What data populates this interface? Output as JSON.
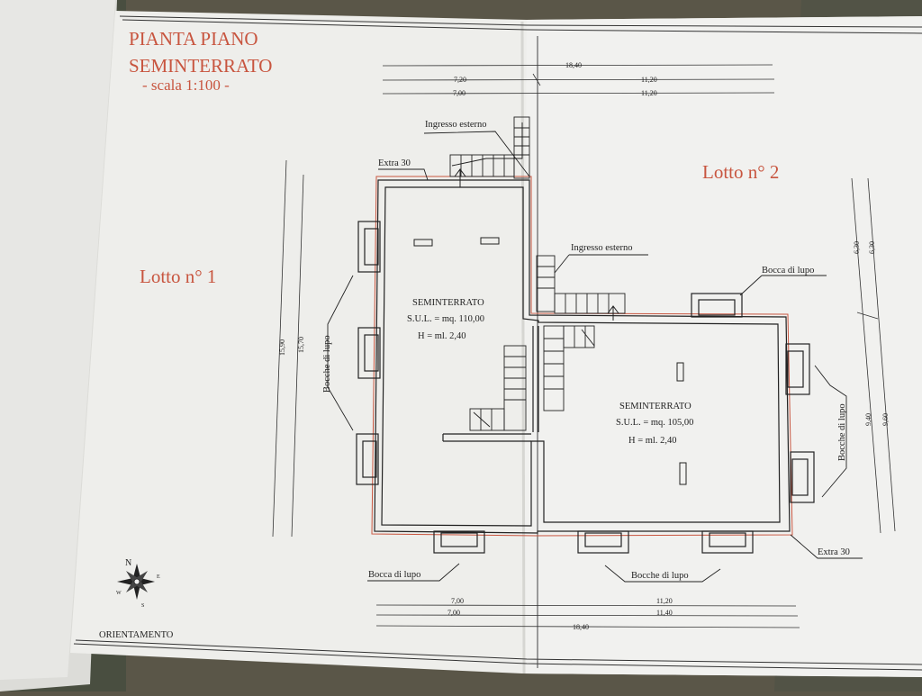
{
  "title": {
    "line1": "PIANTA PIANO",
    "line2": "SEMINTERRATO",
    "scale": "- scala 1:100 -"
  },
  "lots": {
    "lot1": "Lotto n° 1",
    "lot2": "Lotto n° 2"
  },
  "rooms": {
    "left": {
      "name": "SEMINTERRATO",
      "sul": "S.U.L. = mq. 110,00",
      "height": "H = ml. 2,40"
    },
    "right": {
      "name": "SEMINTERRATO",
      "sul": "S.U.L. = mq. 105,00",
      "height": "H = ml. 2,40"
    }
  },
  "labels": {
    "ingresso_top": "Ingresso esterno",
    "ingresso_mid": "Ingresso esterno",
    "extra_top": "Extra 30",
    "extra_bottom": "Extra 30",
    "bocca_right": "Bocca di lupo",
    "bocca_bottom_left": "Bocca di lupo",
    "bocche_bottom": "Bocche di lupo",
    "bocche_left": "Bocche di lupo",
    "bocche_right": "Bocche di lupo",
    "orientamento": "ORIENTAMENTO"
  },
  "compass": {
    "n": "N",
    "e": "E",
    "s": "S",
    "w": "W"
  },
  "dimensions": {
    "top_total": "18,40",
    "top_left_1": "7,20",
    "top_right_1": "11,20",
    "top_left_2": "7,00",
    "top_right_2": "11,20",
    "bottom_left_1": "7,00",
    "bottom_right_1": "11,20",
    "bottom_left_2": "7,00",
    "bottom_right_2": "11,40",
    "bottom_total": "18,40",
    "left_outer": "15,90",
    "left_inner": "15,70",
    "right_top_a": "6,30",
    "right_top_b": "6,30",
    "right_bottom_a": "9,40",
    "right_bottom_b": "9,60"
  },
  "colors": {
    "background": "#5a5648",
    "paper": "#eeeeeb",
    "ink": "#222222",
    "accent_red": "#c8553f"
  }
}
